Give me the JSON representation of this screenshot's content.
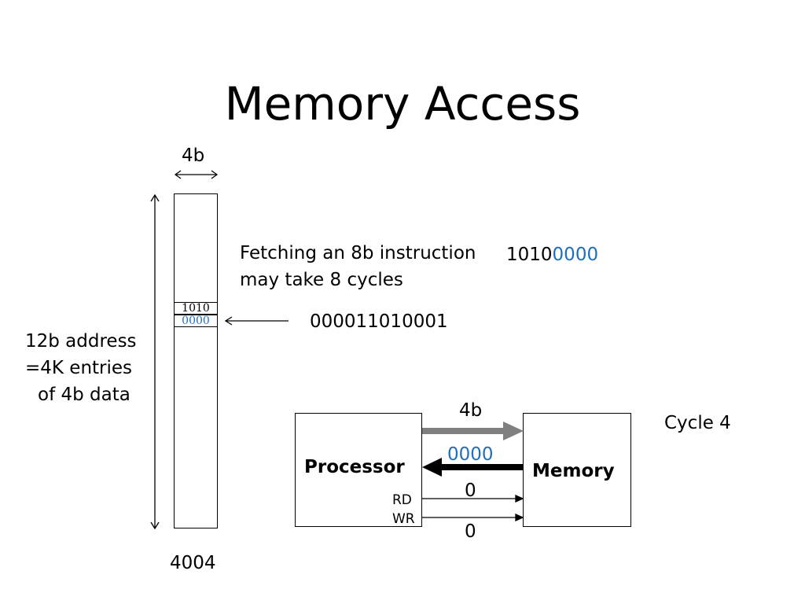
{
  "title": "Memory Access",
  "memory_width_label": "4b",
  "address_note": {
    "line1": "12b address",
    "line2": "=4K entries",
    "line3": "of 4b data"
  },
  "address_value_bottom": "4004",
  "cells": {
    "upper": "1010",
    "lower": "0000"
  },
  "fetch_note": {
    "line1": "Fetching an 8b instruction",
    "line2": "may take 8 cycles"
  },
  "instruction": {
    "prefix": "1010",
    "suffix": "0000"
  },
  "address_bits": "000011010001",
  "processor_label": "Processor",
  "memory_label": "Memory",
  "addr_bus_label": "4b",
  "data_bus_value": "0000",
  "rd_label": "RD",
  "rd_value": "0",
  "wr_label": "WR",
  "wr_value": "0",
  "cycle_label": "Cycle 4",
  "colors": {
    "highlight": "#1f6fbf",
    "address_bus": "#808080",
    "data_bus": "#000000"
  }
}
